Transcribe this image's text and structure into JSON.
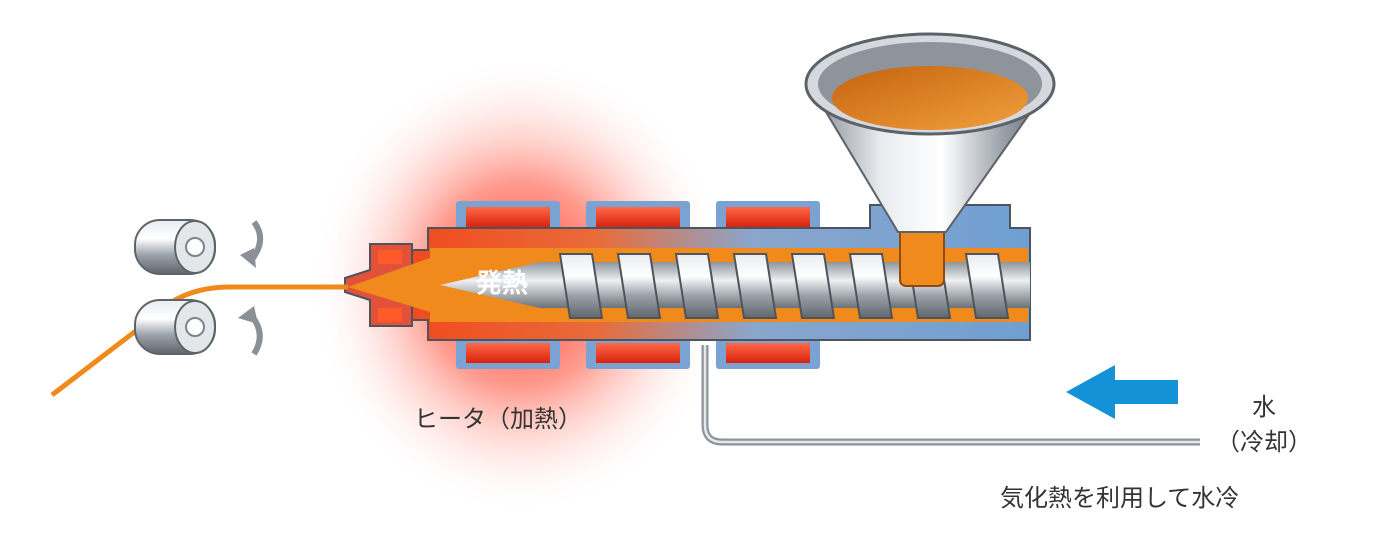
{
  "labels": {
    "heat_generation": "発熱",
    "heater": "ヒータ（加熱）",
    "water_line1": "水",
    "water_line2": "（冷却）",
    "vaporization_note": "気化熱を利用して水冷"
  },
  "colors": {
    "barrel_blue": "#6f9fd2",
    "heater_red": "#e8341c",
    "molten_orange": "#f08a1c",
    "water_arrow": "#1492d8",
    "glow_red": "#ff4a3a",
    "screw_steel": "#b6bcc4",
    "pipe_gray": "#9a9fa6"
  }
}
